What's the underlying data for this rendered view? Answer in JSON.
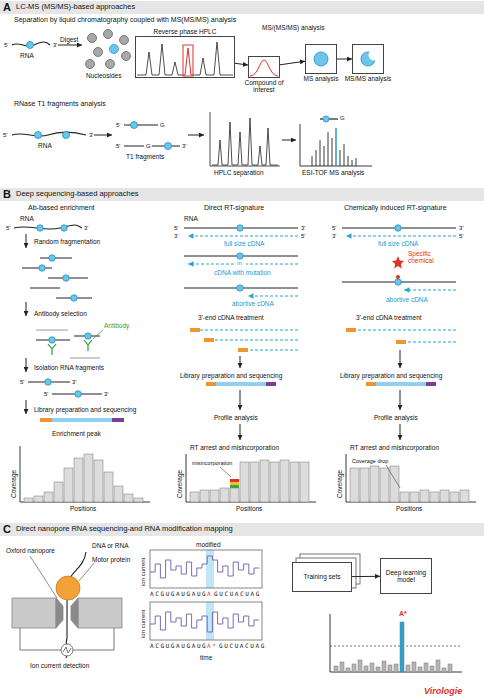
{
  "diagram": {
    "nodes": [
      {
        "text": [
          "Reverse phase HPLC"
        ]
      },
      {
        "text": [
          "Compound of interest"
        ]
      },
      {
        "text": [
          "MS analysis"
        ]
      },
      {
        "text": [
          "MS/MS analysis"
        ]
      },
      {
        "text": [
          "Training sets"
        ]
      },
      {
        "text": [
          "Deep learning model"
        ]
      }
    ],
    "edges": [
      {
        "from": 0,
        "to": 1,
        "arrow": "to"
      },
      {
        "from": 1,
        "to": 2,
        "arrow": "to"
      },
      {
        "from": 2,
        "to": 3,
        "arrow": "to"
      },
      {
        "from": 4,
        "to": 5,
        "arrow": "to"
      }
    ],
    "labels": [
      "A",
      "LC-MS (MS/MS)-based approaches",
      "Separation by liquid chromatography coupled with MS(MS/MS) analysis",
      "Digest",
      "5'",
      "3'",
      "RNA",
      "Nucleosides",
      "MS/(MS/MS) analysis",
      "RNase T1 fragments analysis",
      "5'",
      "3'",
      "RNA",
      "5'",
      "G",
      "5'",
      "G",
      "3'",
      "T1 fragments",
      "HPLC separation",
      "ESI-TOF MS analysis",
      "G",
      "B",
      "Deep sequencing-based approaches",
      "Ab-based enrichment",
      "Direct RT-signature",
      "Chemically induced RT-signature",
      "RNA",
      "5'",
      "3'",
      "Random fragmentation",
      "Antibody selection",
      "Antibody",
      "Isolation RNA fragments",
      "5'",
      "3'",
      "5'",
      "3'",
      "Library preparation and sequencing",
      "Enrichment peak",
      "Coverage",
      "Positions",
      "RNA",
      "5'",
      "3'",
      "3'",
      "5'",
      "full size cDNA",
      "m",
      "cDNA with mutation",
      "abortive cDNA",
      "3'-end cDNA treatment",
      "Library preparation and sequencing",
      "Profile analysis",
      "RT arrest and misincorporation",
      "misincorporation",
      "Coverage",
      "Positions",
      "5'",
      "3'",
      "3'",
      "5'",
      "full size cDNA",
      "Specific chemical",
      "abortive cDNA",
      "3'-end cDNA treatment",
      "Library preparation and sequencing",
      "Profile analysis",
      "RT arrest and misincorporation",
      "Coverage drop",
      "Coverage",
      "Positions",
      "C",
      "Direct nanopore RNA sequencing-and RNA modification mapping",
      "Oxford nanopore",
      "DNA or RNA",
      "Motor protein",
      "Ion current detection",
      "modified",
      "ion current",
      "ACGUGAUGAUG",
      "A",
      "GUCUACUAG",
      "ion current",
      "ACGUGAUGAUG",
      "A*",
      "GUCUACUAG",
      "time",
      "A*",
      "Virologie"
    ]
  }
}
